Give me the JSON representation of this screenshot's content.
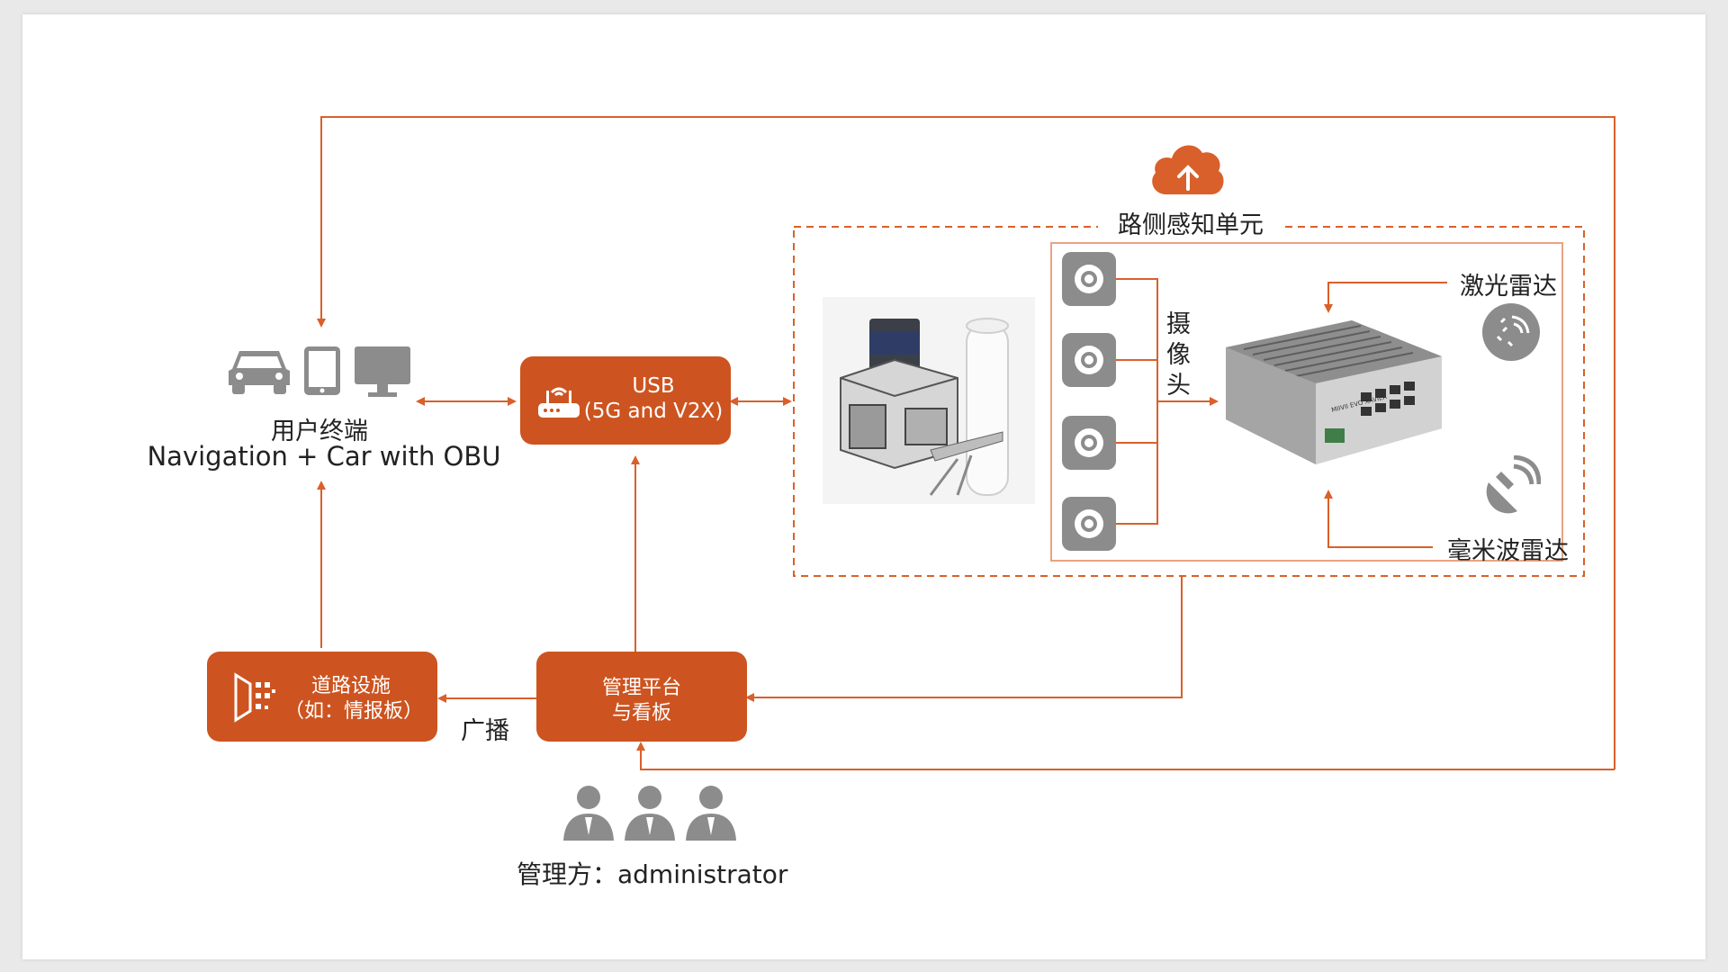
{
  "nodes": {
    "user_terminal": {
      "title": "用户终端",
      "subtitle": "Navigation + Car with OBU"
    },
    "usb_box": {
      "line1": "USB",
      "line2": "(5G and V2X)"
    },
    "roadside_unit": {
      "title": "路侧感知单元"
    },
    "camera": {
      "label": "摄\n像\n头"
    },
    "lidar": {
      "label": "激光雷达"
    },
    "mmwave_radar": {
      "label": "毫米波雷达"
    },
    "road_facility": {
      "line1": "道路设施",
      "line2": "（如：情报板）"
    },
    "broadcast": {
      "label": "广播"
    },
    "platform": {
      "line1": "管理平台",
      "line2": "与看板"
    },
    "admin": {
      "label": "管理方：administrator"
    },
    "device_print": "MIIVII EVO XAVIER"
  },
  "colors": {
    "accent": "#cd5420",
    "line": "#d9602a",
    "icon_gray": "#8c8c8c"
  },
  "icons": [
    "car-icon",
    "tablet-icon",
    "monitor-icon",
    "router-icon",
    "cloud-upload-icon",
    "camera-icon",
    "lidar-icon",
    "radar-icon",
    "display-board-icon",
    "person-icon"
  ]
}
